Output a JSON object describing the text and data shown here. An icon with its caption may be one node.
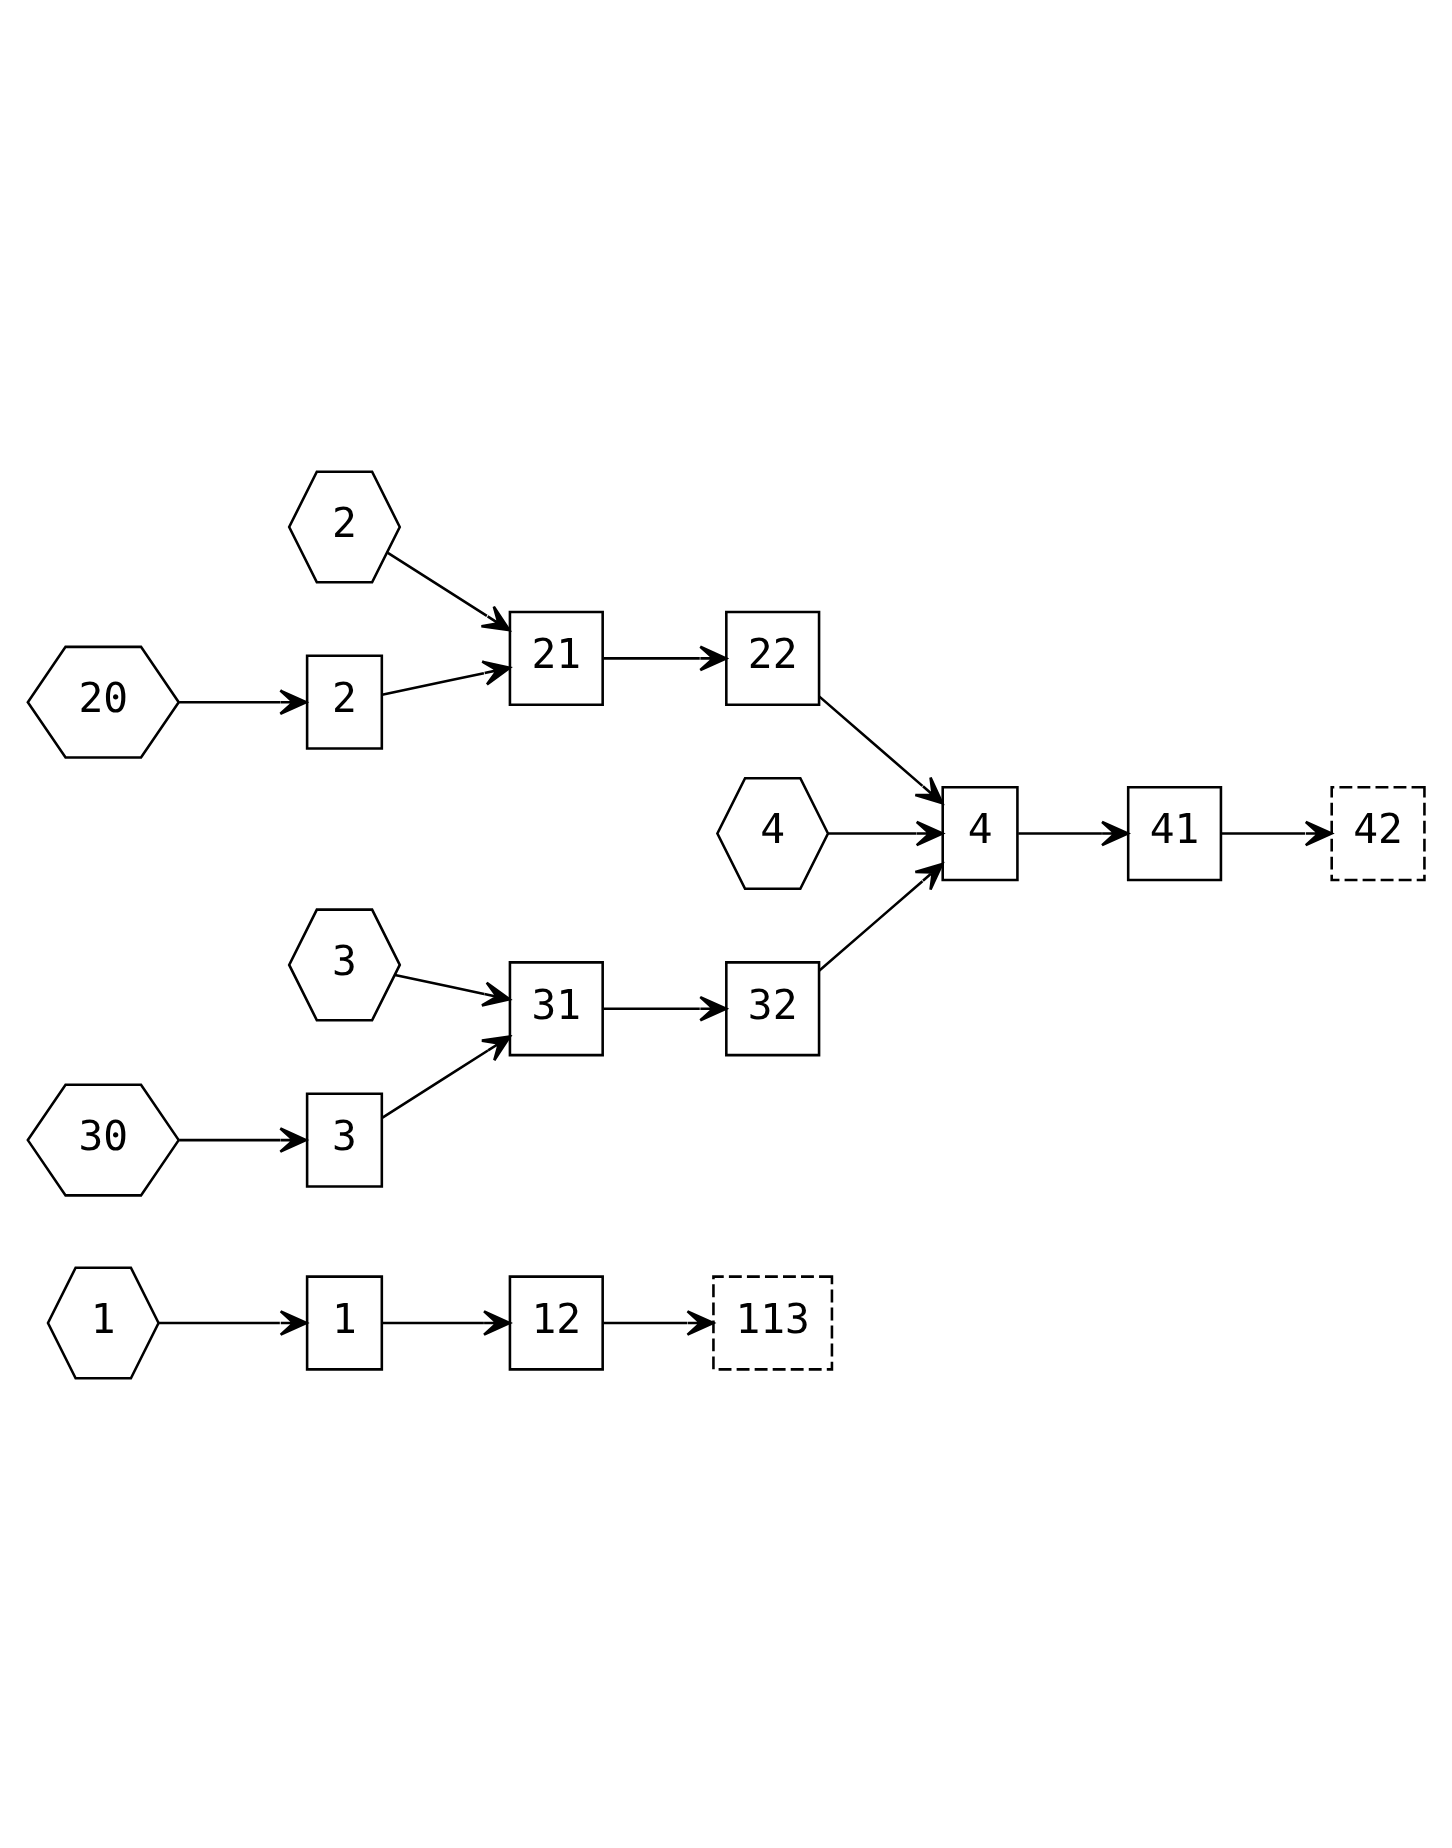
{
  "diagram": {
    "nodes": [
      {
        "text": [
          "1"
        ]
      },
      {
        "text": [
          "1"
        ]
      },
      {
        "text": [
          "12"
        ]
      },
      {
        "text": [
          "113"
        ]
      },
      {
        "text": [
          "2"
        ]
      },
      {
        "text": [
          "20"
        ]
      },
      {
        "text": [
          "2"
        ]
      },
      {
        "text": [
          "21"
        ]
      },
      {
        "text": [
          "22"
        ]
      },
      {
        "text": [
          "4"
        ]
      },
      {
        "text": [
          "30"
        ]
      },
      {
        "text": [
          "3"
        ]
      },
      {
        "text": [
          "31"
        ]
      },
      {
        "text": [
          "32"
        ]
      },
      {
        "text": [
          "4"
        ]
      },
      {
        "text": [
          "41"
        ]
      },
      {
        "text": [
          "42"
        ]
      },
      {
        "text": [
          "3"
        ]
      }
    ],
    "edges": [
      {
        "from": 0,
        "to": 1,
        "arrow": "to"
      },
      {
        "from": 1,
        "to": 2,
        "arrow": "to"
      },
      {
        "from": 2,
        "to": 3,
        "arrow": "to"
      },
      {
        "from": 5,
        "to": 6,
        "arrow": "to"
      },
      {
        "from": 6,
        "to": 7,
        "arrow": "to"
      },
      {
        "from": 4,
        "to": 7,
        "arrow": "to"
      },
      {
        "from": 7,
        "to": 8,
        "arrow": "to"
      },
      {
        "from": 8,
        "to": 14,
        "arrow": "to"
      },
      {
        "from": 9,
        "to": 14,
        "arrow": "to"
      },
      {
        "from": 10,
        "to": 11,
        "arrow": "to"
      },
      {
        "from": 11,
        "to": 12,
        "arrow": "to"
      },
      {
        "from": 12,
        "to": 13,
        "arrow": "to"
      },
      {
        "from": 13,
        "to": 14,
        "arrow": "to"
      },
      {
        "from": 17,
        "to": 12,
        "arrow": "to"
      },
      {
        "from": 14,
        "to": 15,
        "arrow": "to"
      },
      {
        "from": 15,
        "to": 16,
        "arrow": "to"
      }
    ]
  }
}
